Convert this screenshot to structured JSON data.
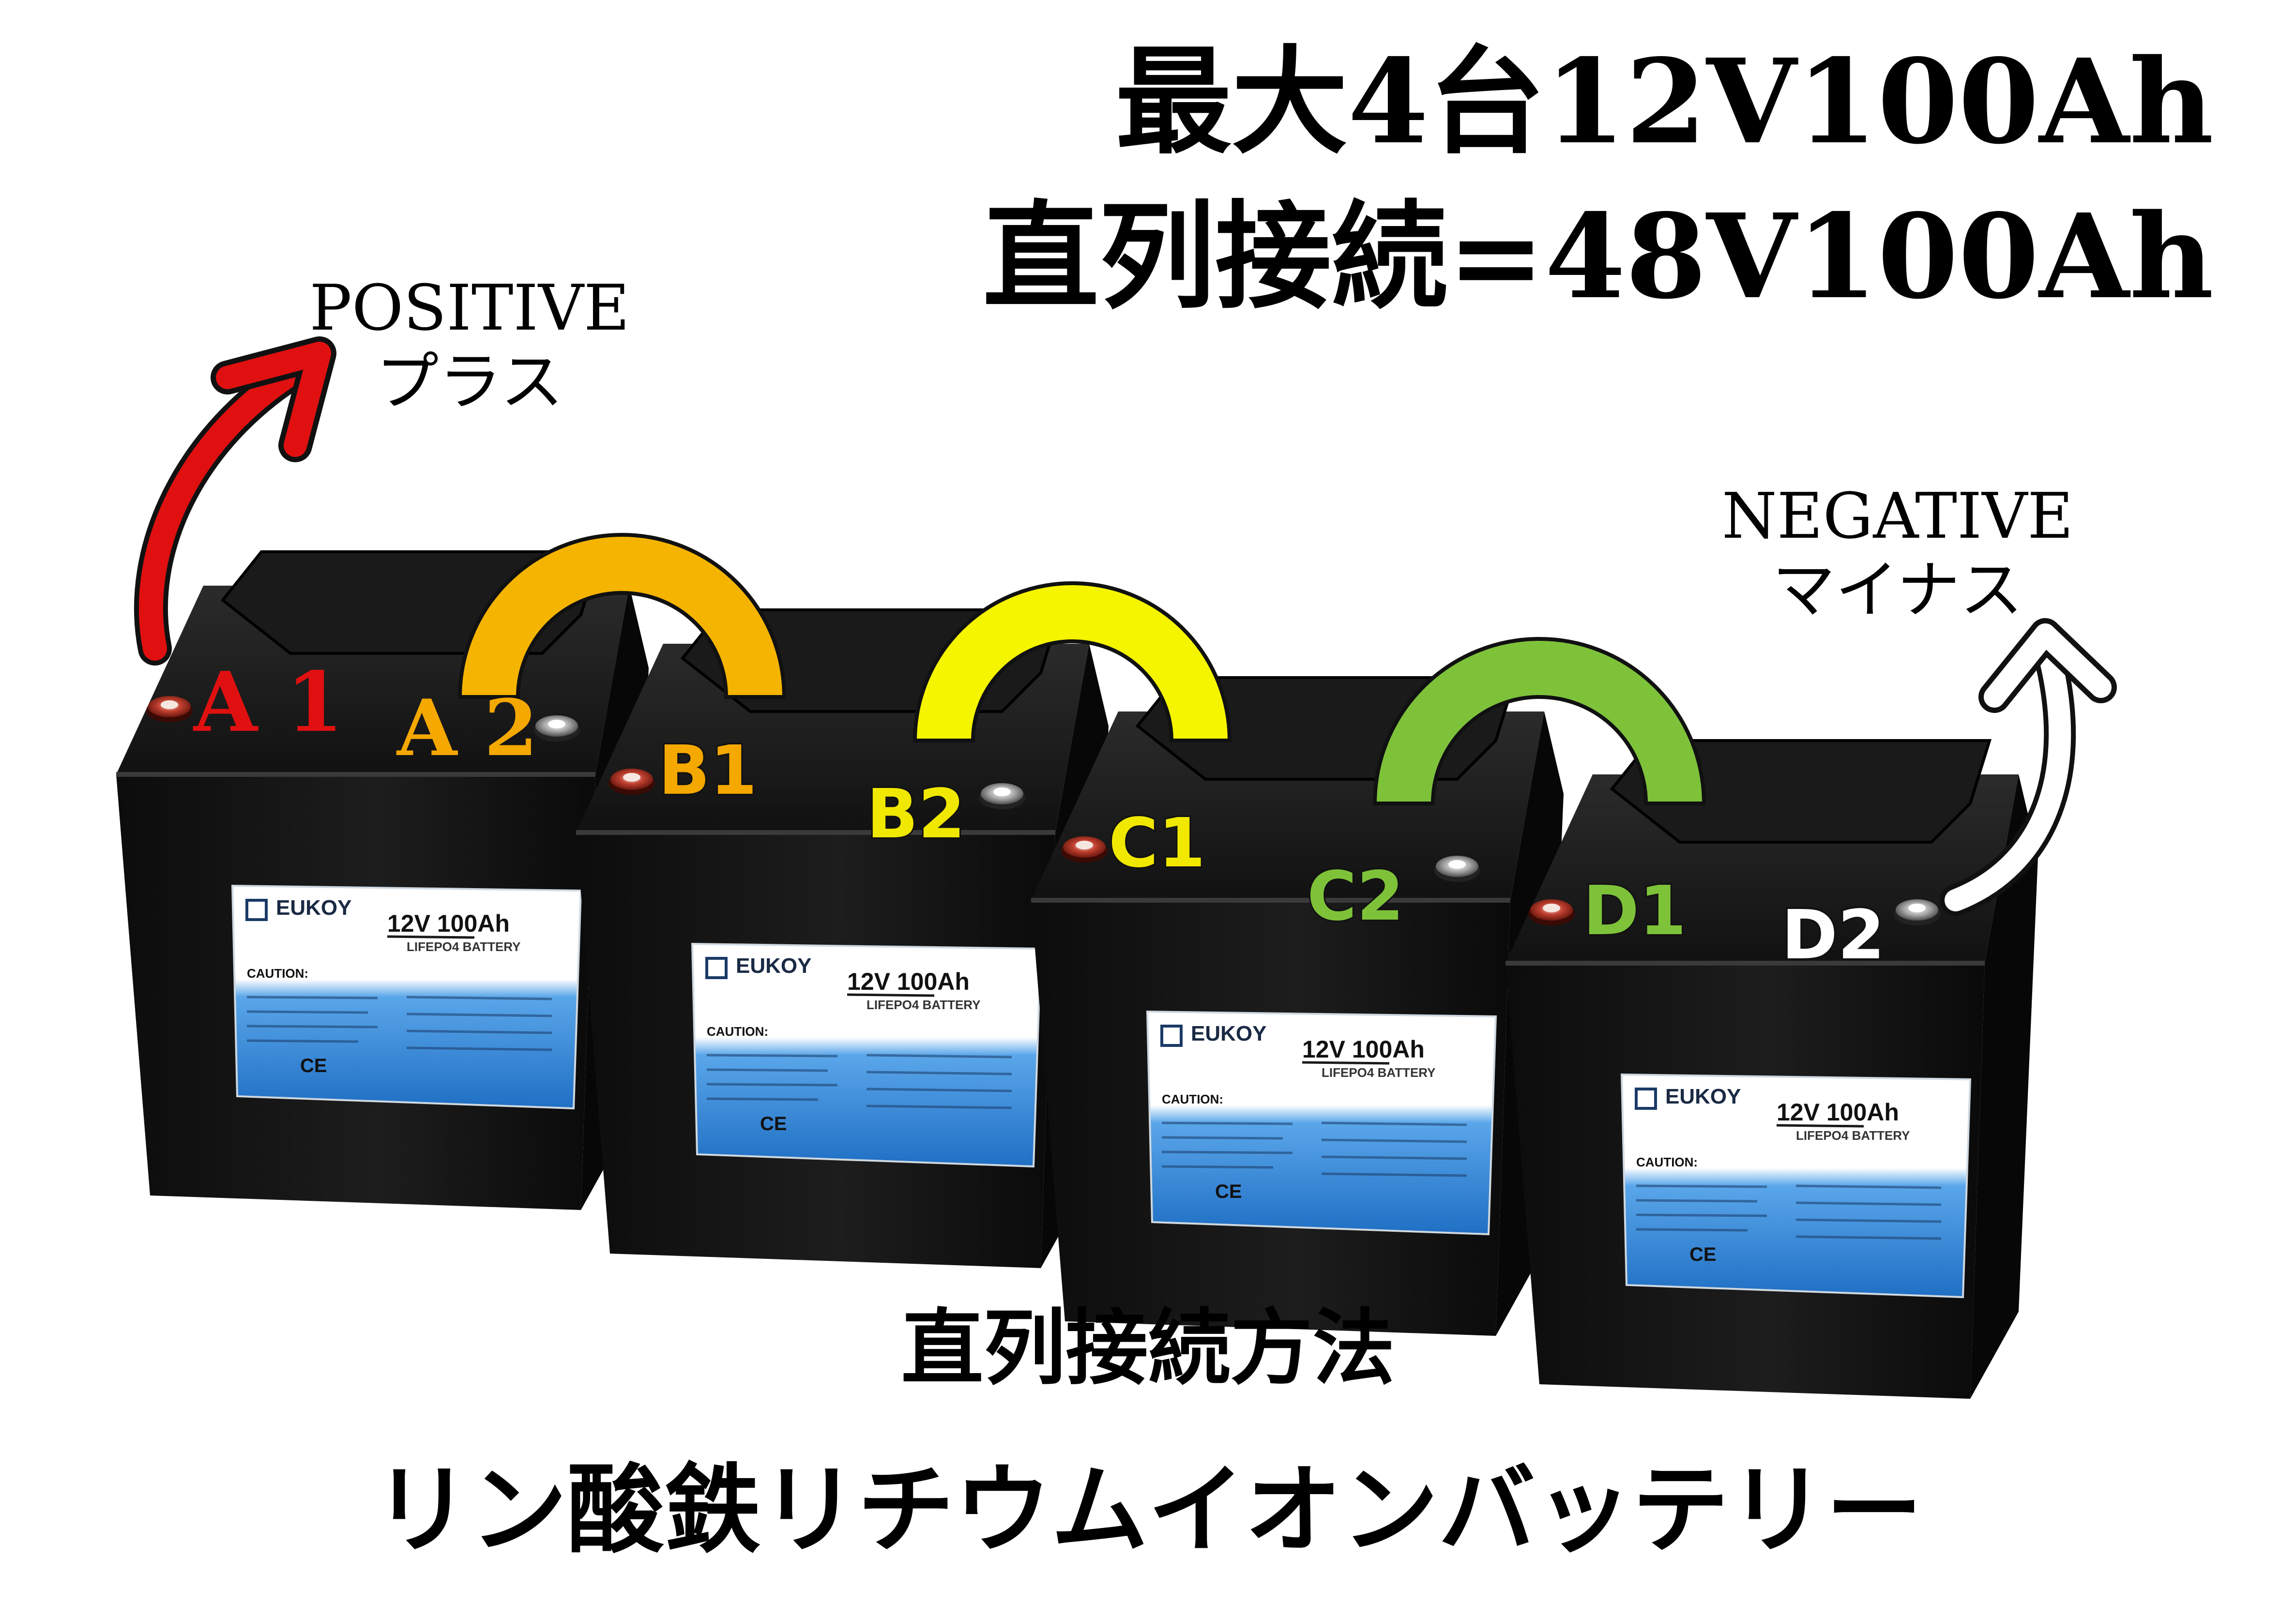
{
  "title": {
    "line1": "最大4台12V100Ah",
    "line2": "直列接続=48V100Ah"
  },
  "positive": {
    "en": "POSITIVE",
    "jp": "プラス"
  },
  "negative": {
    "en": "NEGATIVE",
    "jp": "マイナス"
  },
  "terminals": {
    "a1": "A 1",
    "a2": "A 2",
    "b1": "B1",
    "b2": "B2",
    "c1": "C1",
    "c2": "C2",
    "d1": "D1",
    "d2": "D2"
  },
  "battery_label": {
    "brand": "EUKOY",
    "model": "12V 100Ah",
    "type": "LIFEPO4 BATTERY",
    "caution": "CAUTION:",
    "ce": "CE"
  },
  "caption": {
    "line1": "直列接続方法",
    "line2": "リン酸鉄リチウムイオンバッテリー"
  },
  "colors": {
    "positive_arrow": "#e01010",
    "negative_arrow": "#ffffff",
    "jumper_ab": "#f5b400",
    "jumper_bc": "#f5f500",
    "jumper_cd": "#7ec23a",
    "label_a": "#e01010",
    "label_a2_b1": "#f5a800",
    "label_b2_c1": "#f0e800",
    "label_c2_d1": "#7ec23a",
    "label_d2": "#ffffff",
    "battery_body": "#151515",
    "label_panel": "#2a7fd4"
  }
}
